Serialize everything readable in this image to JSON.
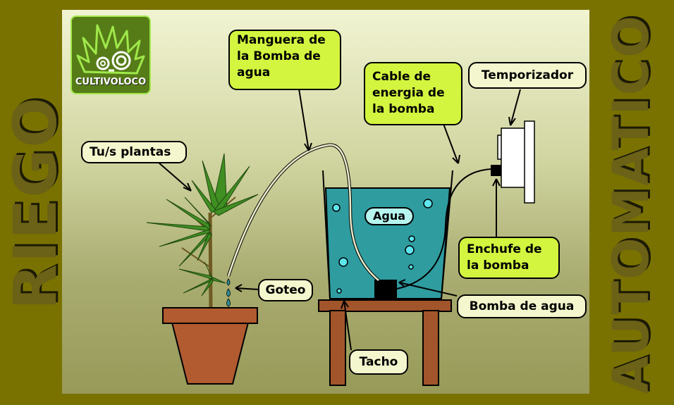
{
  "titles": {
    "left": "RIEGO",
    "right": "AUTOMATICO"
  },
  "logo": {
    "text": "CULTIVOLOCO"
  },
  "callouts": {
    "manguera": "Manguera de la Bomba de agua",
    "cable": "Cable de energia de la bomba",
    "temporizador": "Temporizador",
    "plantas": "Tu/s plantas",
    "agua": "Agua",
    "enchufe": "Enchufe de la bomba",
    "goteo": "Goteo",
    "bomba": "Bomba de agua",
    "tacho": "Tacho"
  },
  "colors": {
    "frame": "#7a7200",
    "callout_green": "#d3f53f",
    "callout_pale": "#f4f7cd",
    "water": "#2f9ca0",
    "pot": "#b25a30",
    "table": "#a2552b",
    "leaf": "#3f8f22"
  }
}
